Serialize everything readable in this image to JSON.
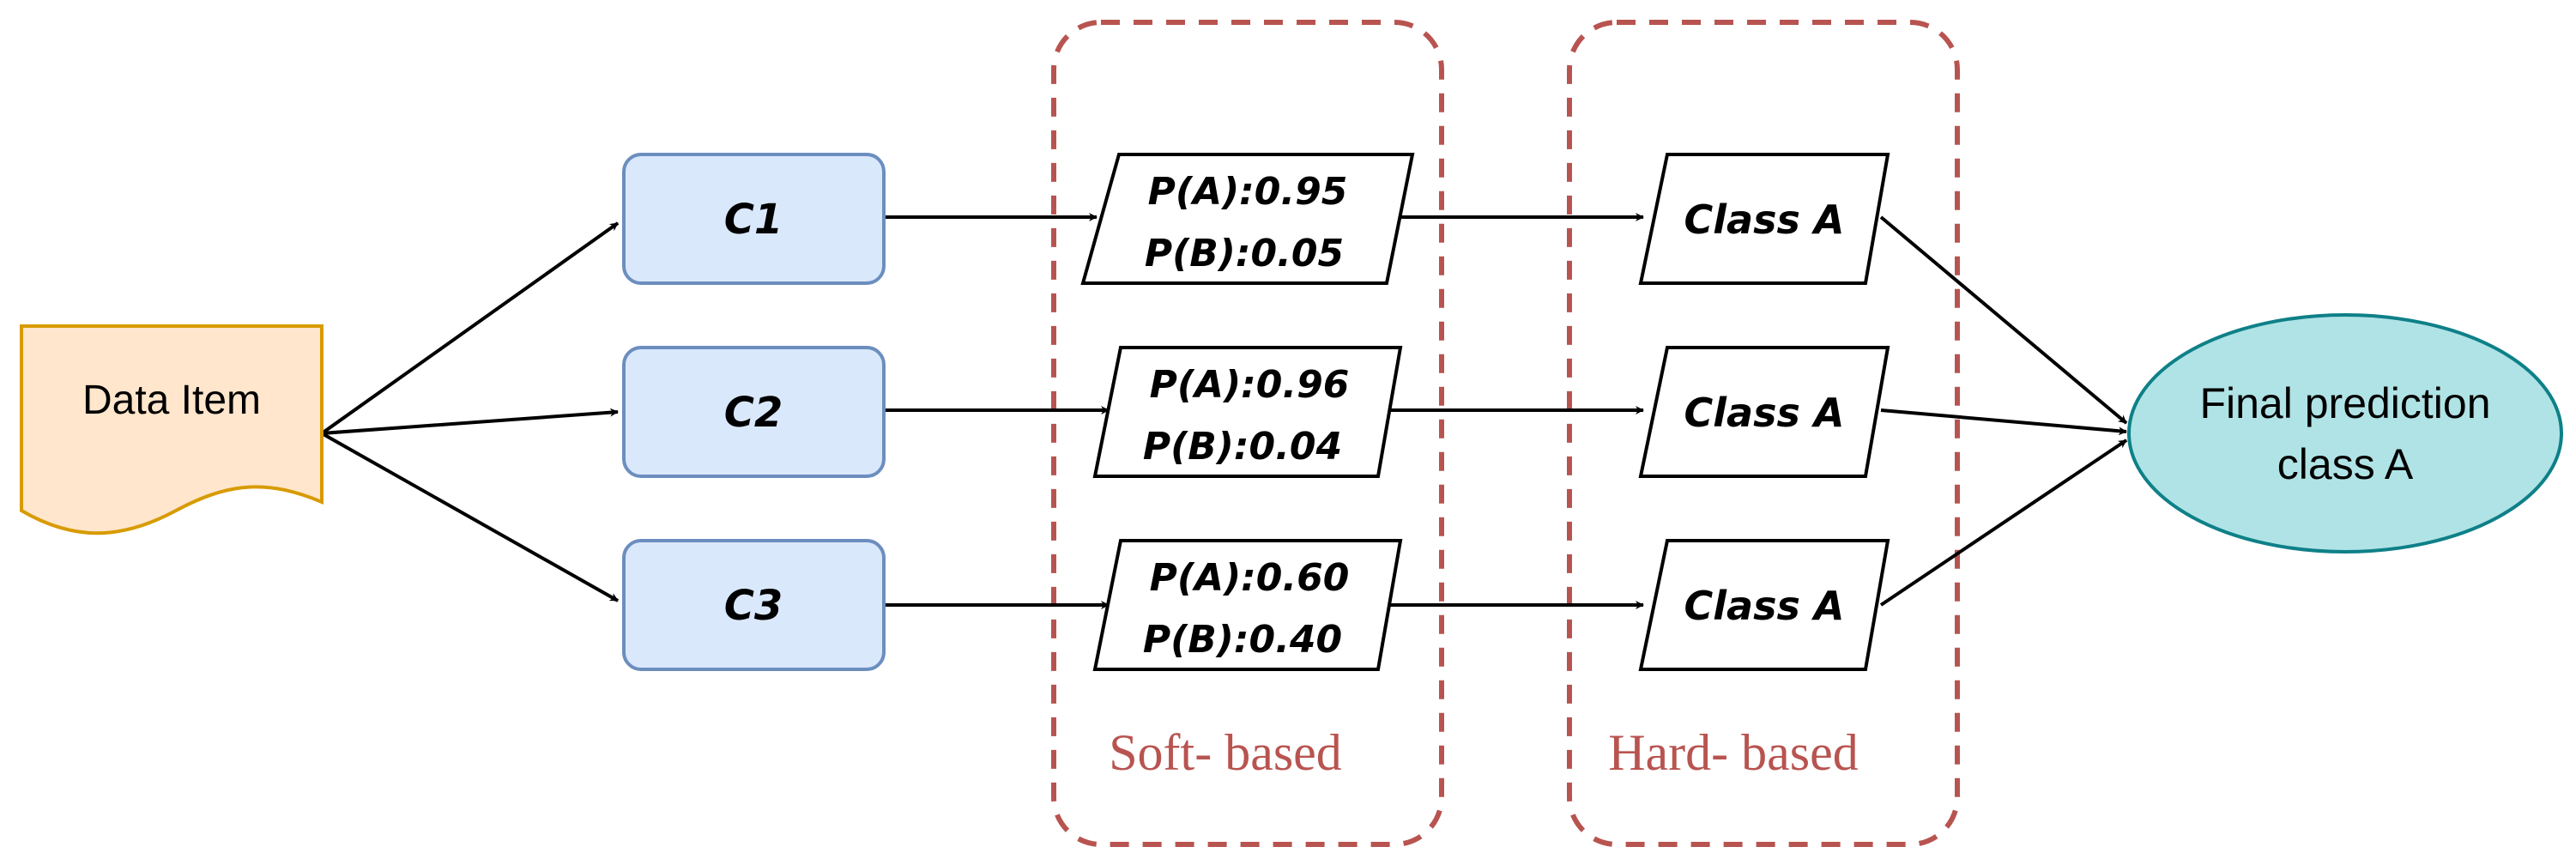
{
  "diagram": {
    "data_item": {
      "label": "Data Item"
    },
    "classifiers": [
      {
        "label": "C1"
      },
      {
        "label": "C2"
      },
      {
        "label": "C3"
      }
    ],
    "soft_outputs": [
      {
        "line1": "P(A):0.95",
        "line2": "P(B):0.05"
      },
      {
        "line1": "P(A):0.96",
        "line2": "P(B):0.04"
      },
      {
        "line1": "P(A):0.60",
        "line2": "P(B):0.40"
      }
    ],
    "hard_outputs": [
      {
        "label": "Class A"
      },
      {
        "label": "Class A"
      },
      {
        "label": "Class A"
      }
    ],
    "final": {
      "line1": "Final prediction",
      "line2": "class A"
    },
    "groups": {
      "soft": {
        "label": "Soft- based"
      },
      "hard": {
        "label": "Hard- based"
      }
    },
    "colors": {
      "data_item_fill": "#ffe6cc",
      "data_item_stroke": "#d79b00",
      "classifier_fill": "#dae8fc",
      "classifier_stroke": "#6c8ebf",
      "final_fill": "#b0e3e6",
      "final_stroke": "#0e8088",
      "group_stroke": "#b85450",
      "group_text": "#b85450",
      "edge": "#000000"
    }
  }
}
